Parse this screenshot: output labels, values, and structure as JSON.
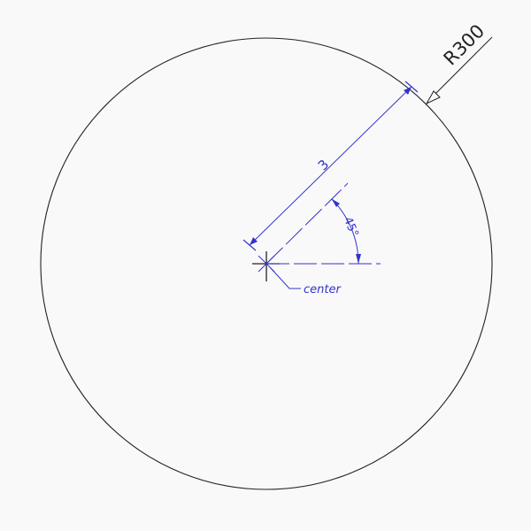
{
  "drawing": {
    "radius_label": "R300",
    "linear_dim_label": "3",
    "angle_label": "45°",
    "center_label": "center"
  },
  "colors": {
    "geometry": "#222222",
    "dimension": "#3333cc",
    "background": "#f9f9f9"
  }
}
